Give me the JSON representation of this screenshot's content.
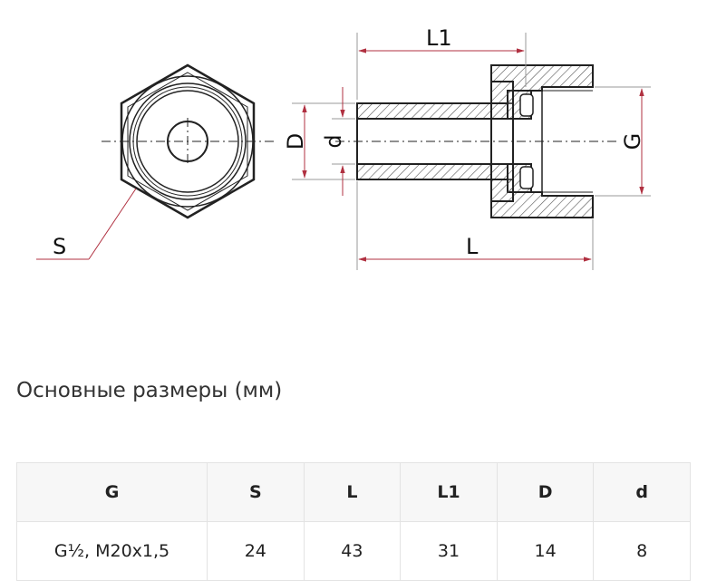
{
  "drawing": {
    "labels": {
      "S": "S",
      "D": "D",
      "d": "d",
      "L1": "L1",
      "L": "L",
      "G": "G"
    },
    "colors": {
      "line": "#222222",
      "dimension": "#b03040",
      "hatch": "#555555"
    }
  },
  "section_title": "Основные размеры (мм)",
  "table": {
    "headers": [
      "G",
      "S",
      "L",
      "L1",
      "D",
      "d"
    ],
    "rows": [
      [
        "G½, M20x1,5",
        "24",
        "43",
        "31",
        "14",
        "8"
      ]
    ]
  }
}
